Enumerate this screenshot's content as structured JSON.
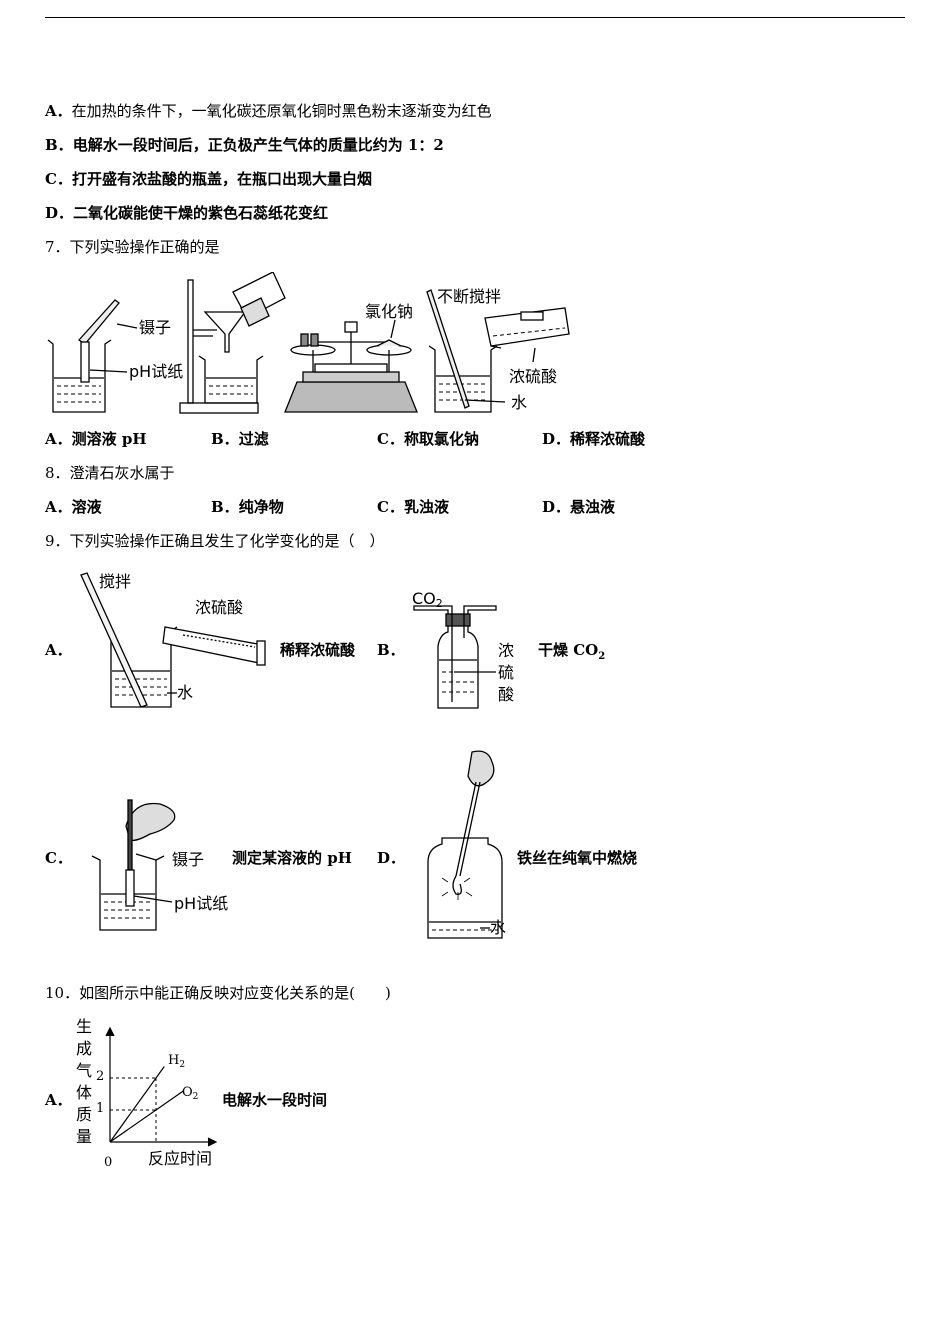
{
  "q6_options": [
    {
      "letter": "A．",
      "text": "在加热的条件下，一氧化碳还原氧化铜时黑色粉末逐渐变为红色"
    },
    {
      "letter": "B．",
      "text": "电解水一段时间后，正负极产生气体的质量比约为 1：2"
    },
    {
      "letter": "C．",
      "text": "打开盛有浓盐酸的瓶盖，在瓶口出现大量白烟"
    },
    {
      "letter": "D．",
      "text": "二氧化碳能使干燥的紫色石蕊纸花变红"
    }
  ],
  "q7": {
    "stem": "7．下列实验操作正确的是",
    "figure_labels": {
      "tweezers": "镊子",
      "ph_paper": "pH试纸",
      "nacl": "氯化钠",
      "stir": "不断搅拌",
      "acid": "浓硫酸",
      "water": "水"
    },
    "options": [
      {
        "letter": "A．",
        "text": "测溶液 pH"
      },
      {
        "letter": "B．",
        "text": "过滤"
      },
      {
        "letter": "C．",
        "text": "称取氯化钠"
      },
      {
        "letter": "D．",
        "text": "稀释浓硫酸"
      }
    ]
  },
  "q8": {
    "stem": "8．澄清石灰水属于",
    "options": [
      {
        "letter": "A．",
        "text": "溶液"
      },
      {
        "letter": "B．",
        "text": "纯净物"
      },
      {
        "letter": "C．",
        "text": "乳浊液"
      },
      {
        "letter": "D．",
        "text": "悬浊液"
      }
    ]
  },
  "q9": {
    "stem": "9．下列实验操作正确且发生了化学变化的是（　）",
    "options": [
      {
        "letter": "A．",
        "caption": "稀释浓硫酸",
        "labels": {
          "stir": "搅拌",
          "acid": "浓硫酸",
          "water": "水"
        }
      },
      {
        "letter": "B．",
        "caption": "干燥 CO",
        "caption_sub": "2",
        "labels": {
          "gas": "CO",
          "gas_sub": "2",
          "acid": [
            "浓",
            "硫",
            "酸"
          ]
        }
      },
      {
        "letter": "C．",
        "caption": "测定某溶液的 pH",
        "labels": {
          "tweezers": "镊子",
          "ph_paper": "pH试纸"
        }
      },
      {
        "letter": "D．",
        "caption": "铁丝在纯氧中燃烧",
        "labels": {
          "water": "水"
        }
      }
    ]
  },
  "q10": {
    "stem": "10．如图所示中能正确反映对应变化关系的是(　　)",
    "option_a": {
      "letter": "A．",
      "caption": "电解水一段时间",
      "chart": {
        "y_label_chars": [
          "生",
          "成",
          "气",
          "体",
          "质",
          "量"
        ],
        "x_label": "反应时间",
        "origin": "0",
        "y_ticks": [
          "1",
          "2"
        ],
        "series": [
          {
            "name": "H",
            "sub": "2"
          },
          {
            "name": "O",
            "sub": "2"
          }
        ]
      }
    }
  },
  "chart_data": {
    "type": "line",
    "title": "",
    "xlabel": "反应时间",
    "ylabel": "生成气体质量",
    "x": [
      0,
      1
    ],
    "series": [
      {
        "name": "H2",
        "values": [
          0,
          2
        ]
      },
      {
        "name": "O2",
        "values": [
          0,
          1
        ]
      }
    ],
    "yticks": [
      1,
      2
    ],
    "grid": false
  }
}
